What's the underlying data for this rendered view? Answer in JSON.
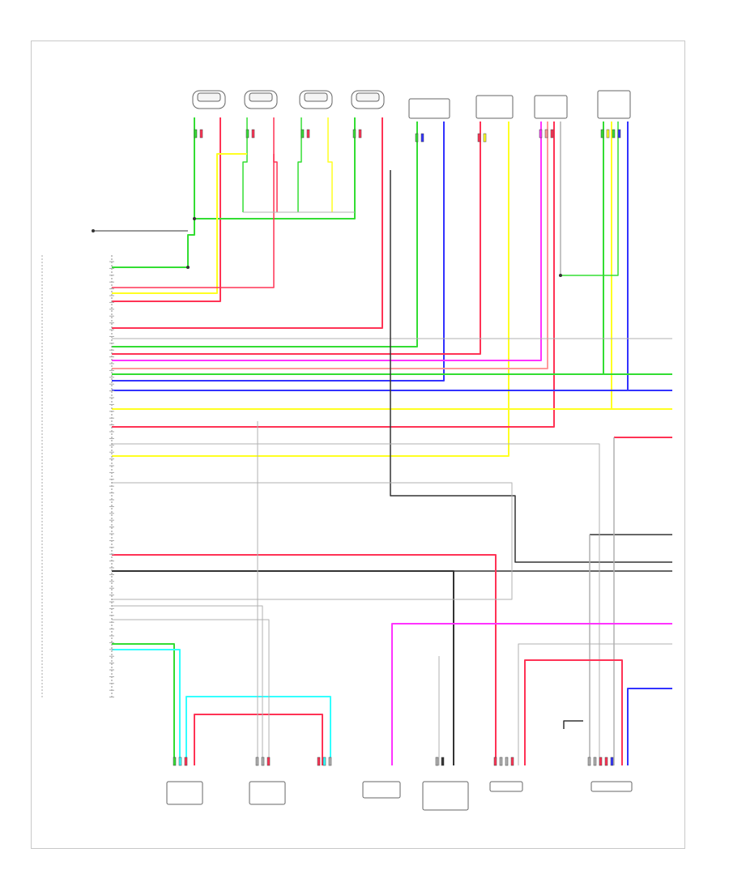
{
  "diagram": {
    "page_label": "",
    "wire_colors": {
      "green": "#33dd33",
      "red": "#ff3355",
      "yellow": "#ffff22",
      "blue": "#3333ff",
      "violet": "#ff33ff",
      "cyan": "#33ffff",
      "black": "#333333",
      "gray": "#b0b0b0",
      "tan": "#f0d8a0",
      "pink": "#ff9999"
    },
    "components": [
      {
        "id": "inj1",
        "label": ""
      },
      {
        "id": "inj2",
        "label": ""
      },
      {
        "id": "inj3",
        "label": ""
      },
      {
        "id": "inj4",
        "label": ""
      },
      {
        "id": "sens_a",
        "label": ""
      },
      {
        "id": "sens_b",
        "label": ""
      },
      {
        "id": "sens_c",
        "label": ""
      },
      {
        "id": "sens_d",
        "label": ""
      },
      {
        "id": "ecm",
        "label": ""
      },
      {
        "id": "bot1",
        "label": ""
      },
      {
        "id": "bot2",
        "label": ""
      },
      {
        "id": "bot3",
        "label": ""
      },
      {
        "id": "bot4",
        "label": ""
      },
      {
        "id": "bot5",
        "label": ""
      },
      {
        "id": "bot6",
        "label": ""
      }
    ],
    "ground_labels": [
      "",
      ""
    ]
  }
}
